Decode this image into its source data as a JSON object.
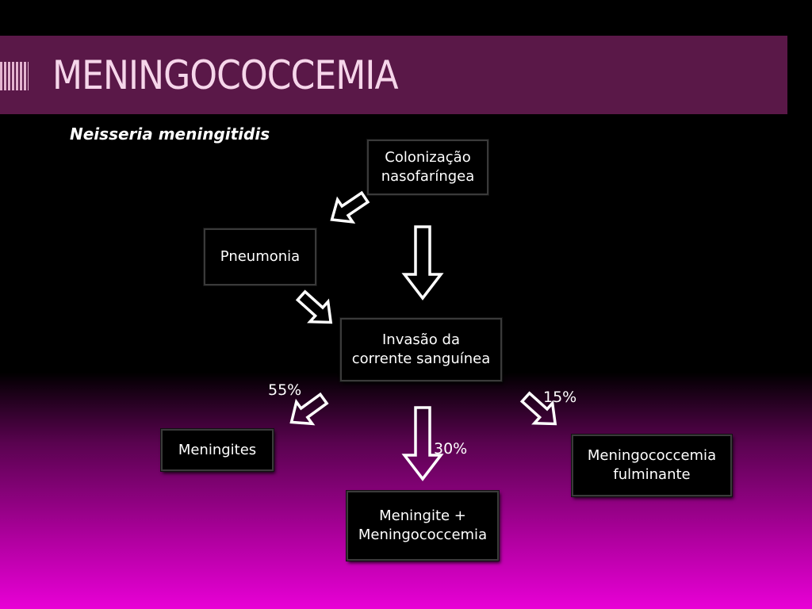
{
  "title": "MENINGOCOCCEMIA",
  "subtitle": "Neisseria meningitidis",
  "nodes": {
    "colonization": [
      "Colonização",
      "nasofaríngea"
    ],
    "pneumonia": [
      "Pneumonia"
    ],
    "invasion": [
      "Invasão da",
      "corrente sanguínea"
    ],
    "meningitis": [
      "Meningites"
    ],
    "both": [
      "Meningite +",
      "Meningococcemia"
    ],
    "fulminant": [
      "Meningococcemia",
      "fulminante"
    ]
  },
  "percentages": {
    "meningitis": "55%",
    "both": "30%",
    "fulminant": "15%"
  },
  "colors": {
    "title_bar": "#5a1848",
    "title_text": "#f6d6ea",
    "gradient_bottom": "#e800d6"
  }
}
